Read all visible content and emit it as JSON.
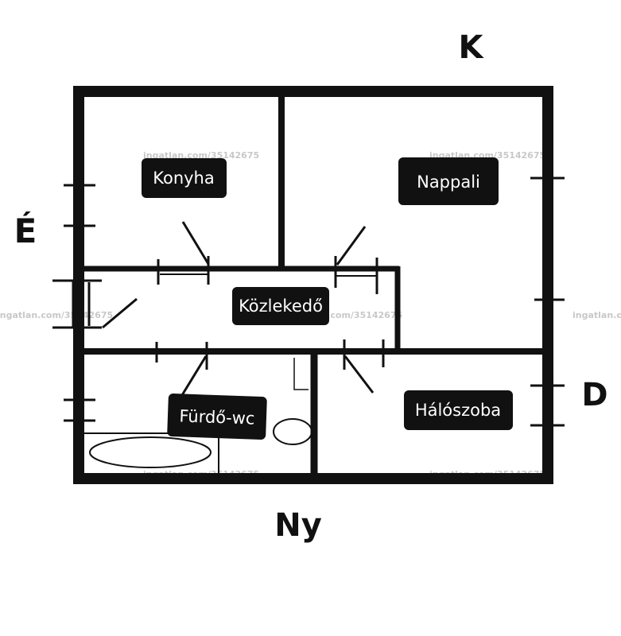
{
  "directions": {
    "north": "K",
    "west": "É",
    "east": "D",
    "south": "Ny"
  },
  "rooms": {
    "kitchen": "Konyha",
    "living_room": "Nappali",
    "hallway": "Közlekedő",
    "bathroom": "Fürdő-wc",
    "bedroom": "Hálószoba"
  },
  "watermark": "ingatlan.com/35142675",
  "colors": {
    "wall": "#111111",
    "label_bg": "#111111",
    "label_text": "#ffffff",
    "watermark": "#c8c8c8"
  }
}
